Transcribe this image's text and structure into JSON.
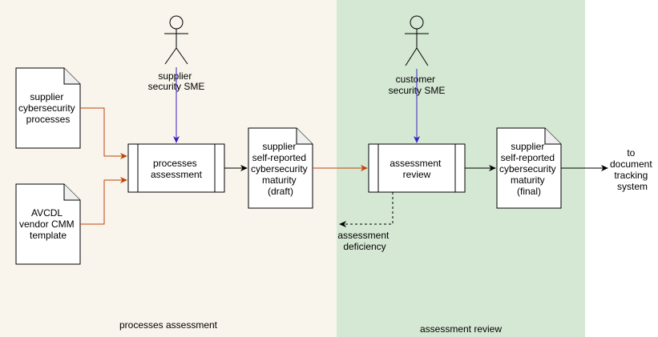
{
  "lanes": {
    "left": {
      "label": "processes assessment",
      "color": "#f9f5ec"
    },
    "right": {
      "label": "assessment review",
      "color": "#d5e8d4"
    }
  },
  "actors": {
    "supplier": {
      "line1": "supplier",
      "line2": "security SME"
    },
    "customer": {
      "line1": "customer",
      "line2": "security SME"
    }
  },
  "documents": {
    "supplier_processes": {
      "line1": "supplier",
      "line2": "cybersecurity",
      "line3": "processes"
    },
    "avcdl_template": {
      "line1": "AVCDL",
      "line2": "vendor CMM",
      "line3": "template"
    },
    "draft_maturity": {
      "line1": "supplier",
      "line2": "self-reported",
      "line3": "cybersecurity",
      "line4": "maturity",
      "line5": "(draft)"
    },
    "final_maturity": {
      "line1": "supplier",
      "line2": "self-reported",
      "line3": "cybersecurity",
      "line4": "maturity",
      "line5": "(final)"
    }
  },
  "processes": {
    "processes_assessment": {
      "line1": "processes",
      "line2": "assessment"
    },
    "assessment_review": {
      "line1": "assessment",
      "line2": "review"
    }
  },
  "outputs": {
    "deficiency": {
      "line1": "assessment",
      "line2": "deficiency"
    },
    "tracking": {
      "line1": "to",
      "line2": "document",
      "line3": "tracking",
      "line4": "system"
    }
  },
  "colors": {
    "actor_arrow": "#3b1fc2",
    "input_arrow": "#c0440a",
    "flow_arrow": "#000000",
    "doc_fill": "#ffffff",
    "doc_stroke": "#000000"
  }
}
